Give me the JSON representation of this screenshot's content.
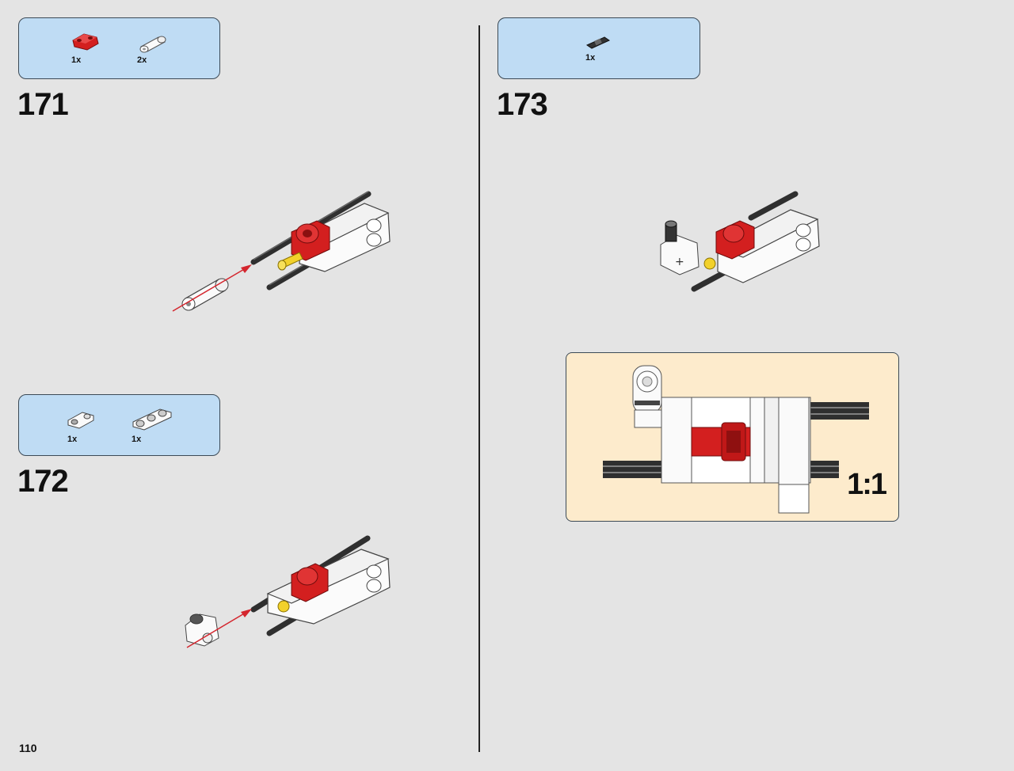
{
  "steps": [
    {
      "number": "171",
      "parts": [
        {
          "qty": "1x",
          "icon": "red-liftarm-icon"
        },
        {
          "qty": "2x",
          "icon": "white-pin-connector-icon"
        }
      ]
    },
    {
      "number": "172",
      "parts": [
        {
          "qty": "1x",
          "icon": "white-pin-joiner-icon"
        },
        {
          "qty": "1x",
          "icon": "white-liftarm-3-icon"
        }
      ]
    },
    {
      "number": "173",
      "parts": [
        {
          "qty": "1x",
          "icon": "black-axle-connector-icon"
        }
      ]
    }
  ],
  "callout": {
    "scale": "1:1"
  },
  "page_number": "110",
  "colors": {
    "background": "#e4e4e4",
    "parts_box": "#bfdcf4",
    "callout": "#fdebcc",
    "red_part": "#d31f1f",
    "axle": "#3a3a3a",
    "arrow": "#d4262e"
  }
}
